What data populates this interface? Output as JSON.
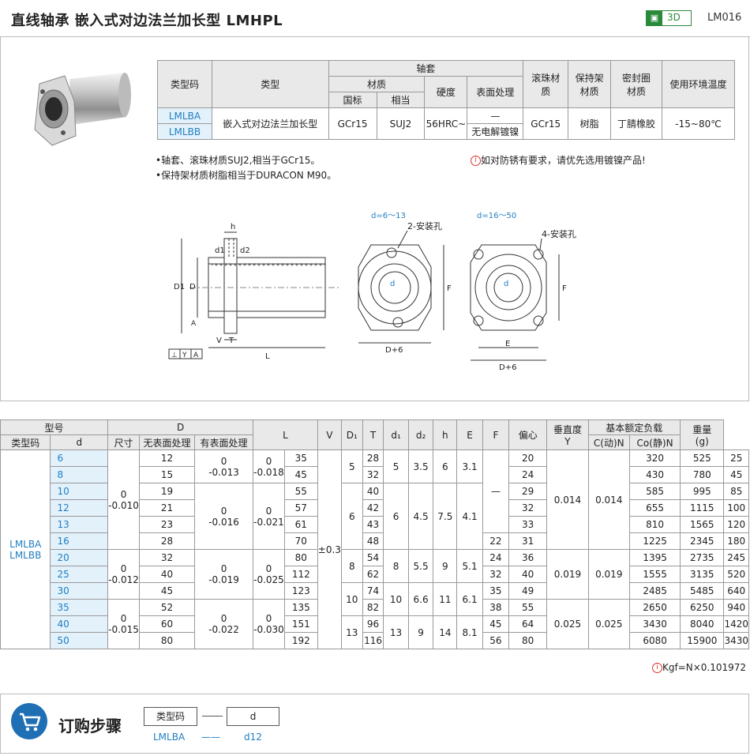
{
  "header": {
    "title": "直线轴承  嵌入式对边法兰加长型  LMHPL",
    "badge_3d": "3D",
    "catalog_code": "LM016"
  },
  "spec_table": {
    "group_label": "轴套",
    "headers": {
      "type_code": "类型码",
      "type": "类型",
      "material": "材质",
      "national_std": "国标",
      "equivalent": "相当",
      "hardness": "硬度",
      "surface": "表面处理",
      "ball_material": "滚珠材质",
      "retainer_material": "保持架材质",
      "seal_material": "密封圈材质",
      "temperature": "使用环境温度"
    },
    "row": {
      "type_codes": [
        "LMLBA",
        "LMLBB"
      ],
      "type": "嵌入式对边法兰加长型",
      "national_std": "GCr15",
      "equivalent": "SUJ2",
      "hardness": "56HRC~",
      "surface_a": "—",
      "surface_b": "无电解镀镍",
      "ball": "GCr15",
      "retainer": "树脂",
      "seal": "丁腈橡胶",
      "temperature": "-15~80℃"
    }
  },
  "notes": {
    "left_1": "•轴套、滚珠材质SUJ2,相当于GCr15。",
    "left_2": "•保持架材质树脂相当于DURACON M90。",
    "right": "如对防锈有要求，请优先选用镀镍产品!"
  },
  "drawing": {
    "range_small": "d=6～13",
    "range_large": "d=16～50",
    "holes_2": "2-安装孔",
    "holes_4": "4-安装孔",
    "labels": [
      "h",
      "d1",
      "d2",
      "D1",
      "D",
      "A",
      "V",
      "T",
      "L",
      "⊥",
      "Y",
      "A",
      "d",
      "F",
      "D+6",
      "d",
      "E",
      "D+6",
      "F"
    ]
  },
  "dim_table": {
    "headers": {
      "model": "型号",
      "type_code": "类型码",
      "d": "d",
      "D": "D",
      "size": "尺寸",
      "no_surface": "无表面处理",
      "with_surface": "有表面处理",
      "L": "L",
      "V": "V",
      "D1": "D₁",
      "T": "T",
      "d1": "d₁",
      "d2": "d₂",
      "h": "h",
      "E": "E",
      "F": "F",
      "ecc": "偏心",
      "perp": "垂直度",
      "perp_y": "Y",
      "load": "基本额定负载",
      "c_dyn": "C(动)N",
      "c_stat": "Co(静)N",
      "weight": "重量",
      "weight_unit": "(g)"
    },
    "type_codes": [
      "LMLBA",
      "LMLBB"
    ],
    "l_tol": "±0.3",
    "d_tol": [
      [
        "0",
        "-0.010"
      ],
      [
        "0",
        "-0.012"
      ],
      [
        "0",
        "-0.015"
      ]
    ],
    "D_tol_none": [
      [
        "0",
        "-0.013"
      ],
      [
        "0",
        "-0.016"
      ],
      [
        "0",
        "-0.019"
      ],
      [
        "0",
        "-0.022"
      ]
    ],
    "D_tol_surf": [
      [
        "0",
        "-0.018"
      ],
      [
        "0",
        "-0.021"
      ],
      [
        "0",
        "-0.025"
      ],
      [
        "0",
        "-0.030"
      ]
    ],
    "E_dash": "—",
    "rows": [
      {
        "d": "6",
        "D": "12",
        "L": "35",
        "D1": "28",
        "F": "20",
        "C": "320",
        "Co": "525",
        "w": "25"
      },
      {
        "d": "8",
        "D": "15",
        "L": "45",
        "D1": "32",
        "F": "24",
        "C": "430",
        "Co": "780",
        "w": "45"
      },
      {
        "d": "10",
        "D": "19",
        "L": "55",
        "D1": "40",
        "F": "29",
        "C": "585",
        "Co": "995",
        "w": "85"
      },
      {
        "d": "12",
        "D": "21",
        "L": "57",
        "D1": "42",
        "F": "32",
        "C": "655",
        "Co": "1115",
        "w": "100"
      },
      {
        "d": "13",
        "D": "23",
        "L": "61",
        "D1": "43",
        "F": "33",
        "C": "810",
        "Co": "1565",
        "w": "120"
      },
      {
        "d": "16",
        "D": "28",
        "L": "70",
        "D1": "48",
        "E": "22",
        "F": "31",
        "C": "1225",
        "Co": "2345",
        "w": "180"
      },
      {
        "d": "20",
        "D": "32",
        "L": "80",
        "D1": "54",
        "E": "24",
        "F": "36",
        "C": "1395",
        "Co": "2735",
        "w": "245"
      },
      {
        "d": "25",
        "D": "40",
        "L": "112",
        "D1": "62",
        "E": "32",
        "F": "40",
        "C": "1555",
        "Co": "3135",
        "w": "520"
      },
      {
        "d": "30",
        "D": "45",
        "L": "123",
        "D1": "74",
        "E": "35",
        "F": "49",
        "C": "2485",
        "Co": "5485",
        "w": "640"
      },
      {
        "d": "35",
        "D": "52",
        "L": "135",
        "D1": "82",
        "E": "38",
        "F": "55",
        "C": "2650",
        "Co": "6250",
        "w": "940"
      },
      {
        "d": "40",
        "D": "60",
        "L": "151",
        "D1": "96",
        "E": "45",
        "F": "64",
        "C": "3430",
        "Co": "8040",
        "w": "1420"
      },
      {
        "d": "50",
        "D": "80",
        "L": "192",
        "D1": "116",
        "E": "56",
        "F": "80",
        "C": "6080",
        "Co": "15900",
        "w": "3430"
      }
    ],
    "groups": {
      "V": [
        "5",
        "6",
        "8",
        "10",
        "13"
      ],
      "T": [
        "5",
        "6",
        "8",
        "10",
        "13"
      ],
      "d1": [
        "3.5",
        "4.5",
        "5.5",
        "6.6",
        "9"
      ],
      "d2": [
        "6",
        "7.5",
        "9",
        "11",
        "14"
      ],
      "h": [
        "3.1",
        "4.1",
        "5.1",
        "6.1",
        "8.1"
      ],
      "ecc": [
        "0.014",
        "0.019",
        "0.025"
      ],
      "perp": [
        "0.014",
        "0.019",
        "0.025"
      ]
    }
  },
  "conversion_note": "Kgf=N×0.101972",
  "order": {
    "title": "订购步骤",
    "box1": "类型码",
    "box2": "d",
    "example_1": "LMLBA",
    "dash": "——",
    "example_2": "d12"
  }
}
